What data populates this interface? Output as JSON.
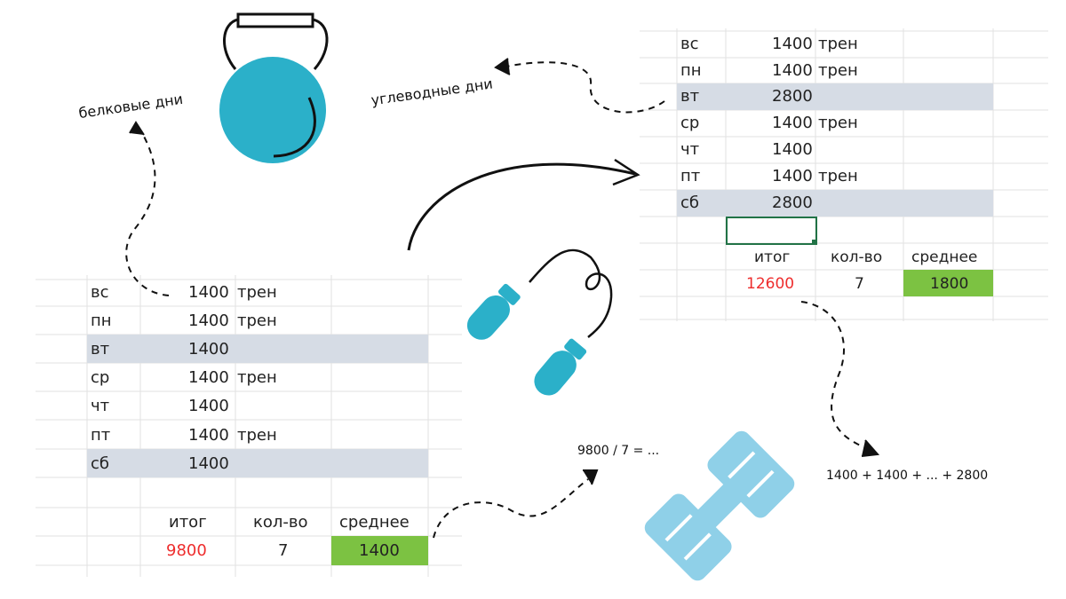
{
  "left_table": {
    "rows": [
      {
        "day": "вс",
        "value": "1400",
        "note": "трен"
      },
      {
        "day": "пн",
        "value": "1400",
        "note": "трен"
      },
      {
        "day": "вт",
        "value": "1400",
        "note": ""
      },
      {
        "day": "ср",
        "value": "1400",
        "note": "трен"
      },
      {
        "day": "чт",
        "value": "1400",
        "note": ""
      },
      {
        "day": "пт",
        "value": "1400",
        "note": "трен"
      },
      {
        "day": "сб",
        "value": "1400",
        "note": ""
      }
    ],
    "headers": {
      "total": "итог",
      "count": "кол-во",
      "average": "среднее"
    },
    "totals": {
      "total": "9800",
      "count": "7",
      "average": "1400"
    }
  },
  "right_table": {
    "rows": [
      {
        "day": "вс",
        "value": "1400",
        "note": "трен"
      },
      {
        "day": "пн",
        "value": "1400",
        "note": "трен"
      },
      {
        "day": "вт",
        "value": "2800",
        "note": ""
      },
      {
        "day": "ср",
        "value": "1400",
        "note": "трен"
      },
      {
        "day": "чт",
        "value": "1400",
        "note": ""
      },
      {
        "day": "пт",
        "value": "1400",
        "note": "трен"
      },
      {
        "day": "сб",
        "value": "2800",
        "note": ""
      }
    ],
    "headers": {
      "total": "итог",
      "count": "кол-во",
      "average": "среднее"
    },
    "totals": {
      "total": "12600",
      "count": "7",
      "average": "1800"
    }
  },
  "annotations": {
    "protein_days": "белковые дни",
    "carb_days": "углеводные дни",
    "division": "9800 / 7 = ...",
    "sum": "1400 + 1400 + ... + 2800"
  },
  "icons": [
    "kettlebell-icon",
    "jump-rope-icon",
    "dumbbell-icon"
  ],
  "colors": {
    "accent": "#2bb0c9",
    "band": "#d6dce5",
    "green": "#7cc242",
    "total_red": "#ee2d2d",
    "dumbbell": "#8fd0e8"
  }
}
